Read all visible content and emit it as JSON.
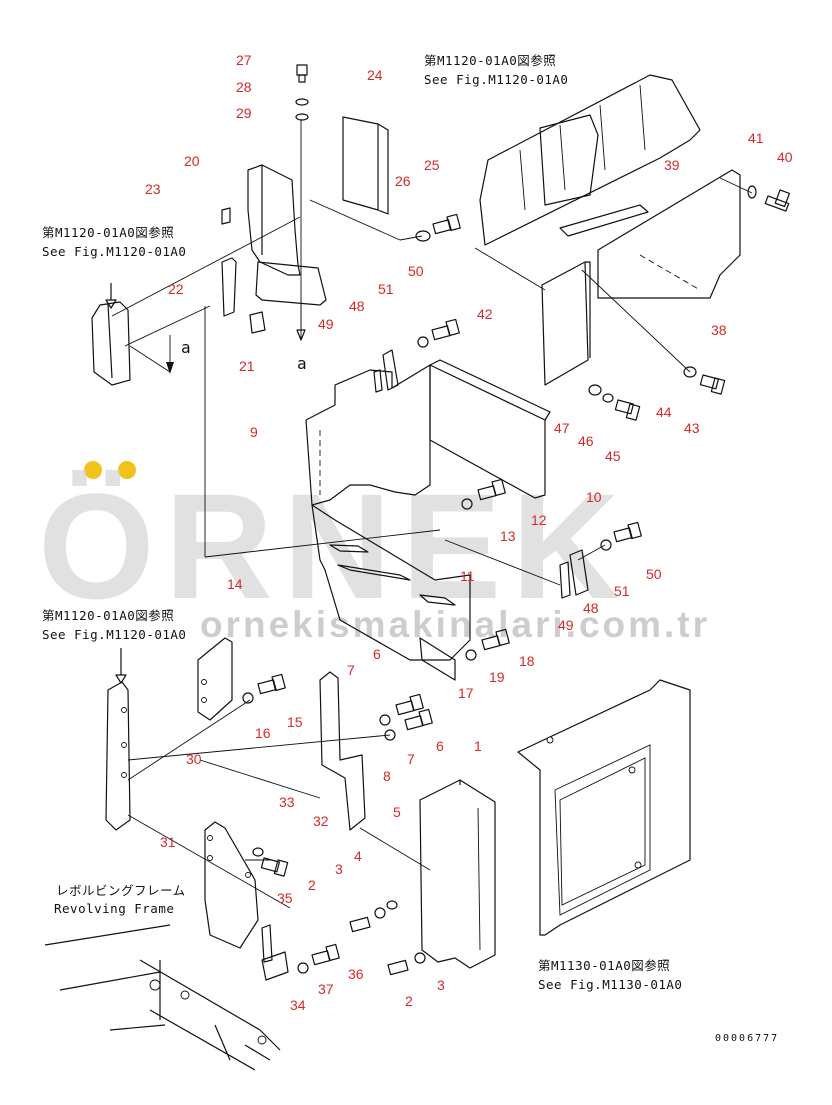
{
  "references": {
    "top_right_jp": "第M1120-01A0図参照",
    "top_right_en": "See Fig.M1120-01A0",
    "left_upper_jp": "第M1120-01A0図参照",
    "left_upper_en": "See Fig.M1120-01A0",
    "left_middle_jp": "第M1120-01A0図参照",
    "left_middle_en": "See Fig.M1120-01A0",
    "bottom_right_jp": "第M1130-01A0図参照",
    "bottom_right_en": "See Fig.M1130-01A0",
    "revolving_jp": "レボルビングフレーム",
    "revolving_en": "Revolving Frame"
  },
  "view_markers": {
    "a1": "a",
    "a2": "a"
  },
  "watermark": {
    "brand": "ÖRNEK",
    "url": "ornekismakinalari.com.tr"
  },
  "drawing_code": "00006777",
  "part_labels": {
    "p27": "27",
    "p28": "28",
    "p29": "29",
    "p24": "24",
    "p20": "20",
    "p23": "23",
    "p26": "26",
    "p25": "25",
    "p22": "22",
    "p21": "21",
    "p50a": "50",
    "p51a": "51",
    "p48a": "48",
    "p49a": "49",
    "p42": "42",
    "p39": "39",
    "p41": "41",
    "p40": "40",
    "p38": "38",
    "p9": "9",
    "p47": "47",
    "p46": "46",
    "p45": "45",
    "p44": "44",
    "p43": "43",
    "p10": "10",
    "p12": "12",
    "p13": "13",
    "p11": "11",
    "p14": "14",
    "p50b": "50",
    "p51b": "51",
    "p48b": "48",
    "p49b": "49",
    "p18": "18",
    "p19": "19",
    "p17": "17",
    "p7a": "7",
    "p6a": "6",
    "p15": "15",
    "p16": "16",
    "p7b": "7",
    "p8": "8",
    "p6b": "6",
    "p1": "1",
    "p5": "5",
    "p30": "30",
    "p33": "33",
    "p32": "32",
    "p31": "31",
    "p4": "4",
    "p3a": "3",
    "p2a": "2",
    "p35": "35",
    "p36": "36",
    "p37": "37",
    "p34": "34",
    "p2b": "2",
    "p3b": "3"
  }
}
